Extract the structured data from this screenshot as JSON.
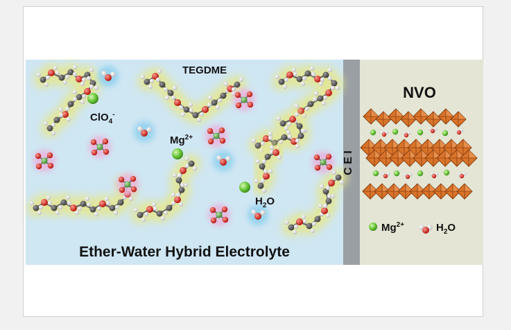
{
  "labels": {
    "tegdme": "TEGDME",
    "clo4": "ClO",
    "clo4_sub": "4",
    "clo4_sup": "-",
    "mg": "Mg",
    "mg_sup": "2+",
    "h2o_h": "H",
    "h2o_sub": "2",
    "h2o_o": "O",
    "electrolyte_title": "Ether-Water Hybrid Electrolyte",
    "cei": "C E I",
    "nvo": "NVO",
    "legend_mg": "Mg",
    "legend_mg_sup": "2+",
    "legend_h2o_h": "H",
    "legend_h2o_sub": "2",
    "legend_h2o_o": "O"
  },
  "colors": {
    "electrolyte_bg": "#cfe6f3",
    "cei_bar": "#9a9fa4",
    "nvo_bg": "#e4e5d4",
    "glow_chain": "#e6e78a",
    "glow_perchlorate": "#e7b6de",
    "glow_water": "#8ed0ee",
    "mg_ion": "#6cc93a",
    "oxygen": "#d9231c",
    "chlorine": "#5aa84a",
    "nvo_octahedra": "#d9742a"
  },
  "icons": [
    "tegdme-molecule",
    "perchlorate-anion",
    "water-molecule",
    "mg-ion",
    "vanadium-octahedron"
  ]
}
